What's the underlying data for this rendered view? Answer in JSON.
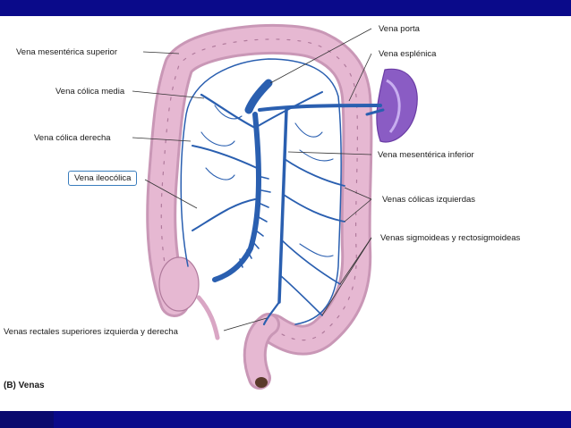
{
  "labels": {
    "vena_porta": "Vena porta",
    "vena_esplenica": "Vena esplénica",
    "vena_mesenterica_superior": "Vena mesentérica superior",
    "vena_colica_media": "Vena cólica media",
    "vena_colica_derecha": "Vena cólica derecha",
    "vena_ileocolica": "Vena ileocólica",
    "vena_mesenterica_inferior": "Vena mesentérica inferior",
    "venas_colicas_izquierdas": "Venas cólicas izquierdas",
    "venas_sigmoideas": "Venas sigmoideas y rectosigmoideas",
    "venas_rectales": "Venas rectales superiores izquierda y derecha"
  },
  "caption": "(B) Venas",
  "colors": {
    "frame": "#0a0a8a",
    "vein": "#2a5fb0",
    "colon": "#e6b8d2",
    "spleen": "#8a5cc4",
    "box_border": "#3a7dbd"
  }
}
